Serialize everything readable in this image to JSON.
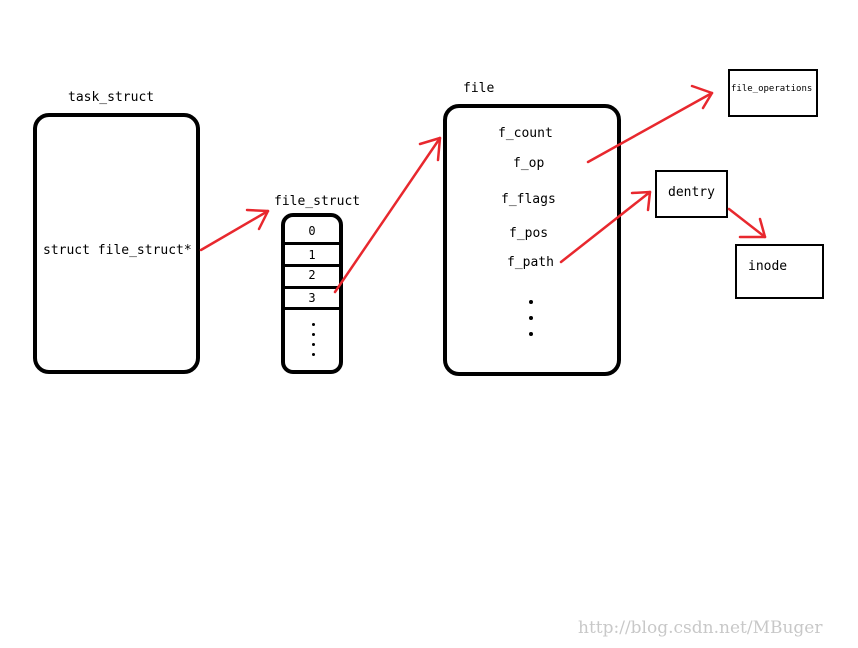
{
  "task_struct": {
    "title": "task_struct",
    "field": "struct file_struct*"
  },
  "file_struct": {
    "title": "file_struct",
    "slots": [
      "0",
      "1",
      "2",
      "3"
    ]
  },
  "file": {
    "title": "file",
    "fields": [
      "f_count",
      "f_op",
      "f_flags",
      "f_pos",
      "f_path"
    ]
  },
  "file_operations": {
    "label": "file_operations"
  },
  "dentry": {
    "label": "dentry"
  },
  "inode": {
    "label": "inode"
  },
  "watermark": "http://blog.csdn.net/MBuger",
  "colors": {
    "arrow": "#e8282e",
    "border": "#000000"
  }
}
